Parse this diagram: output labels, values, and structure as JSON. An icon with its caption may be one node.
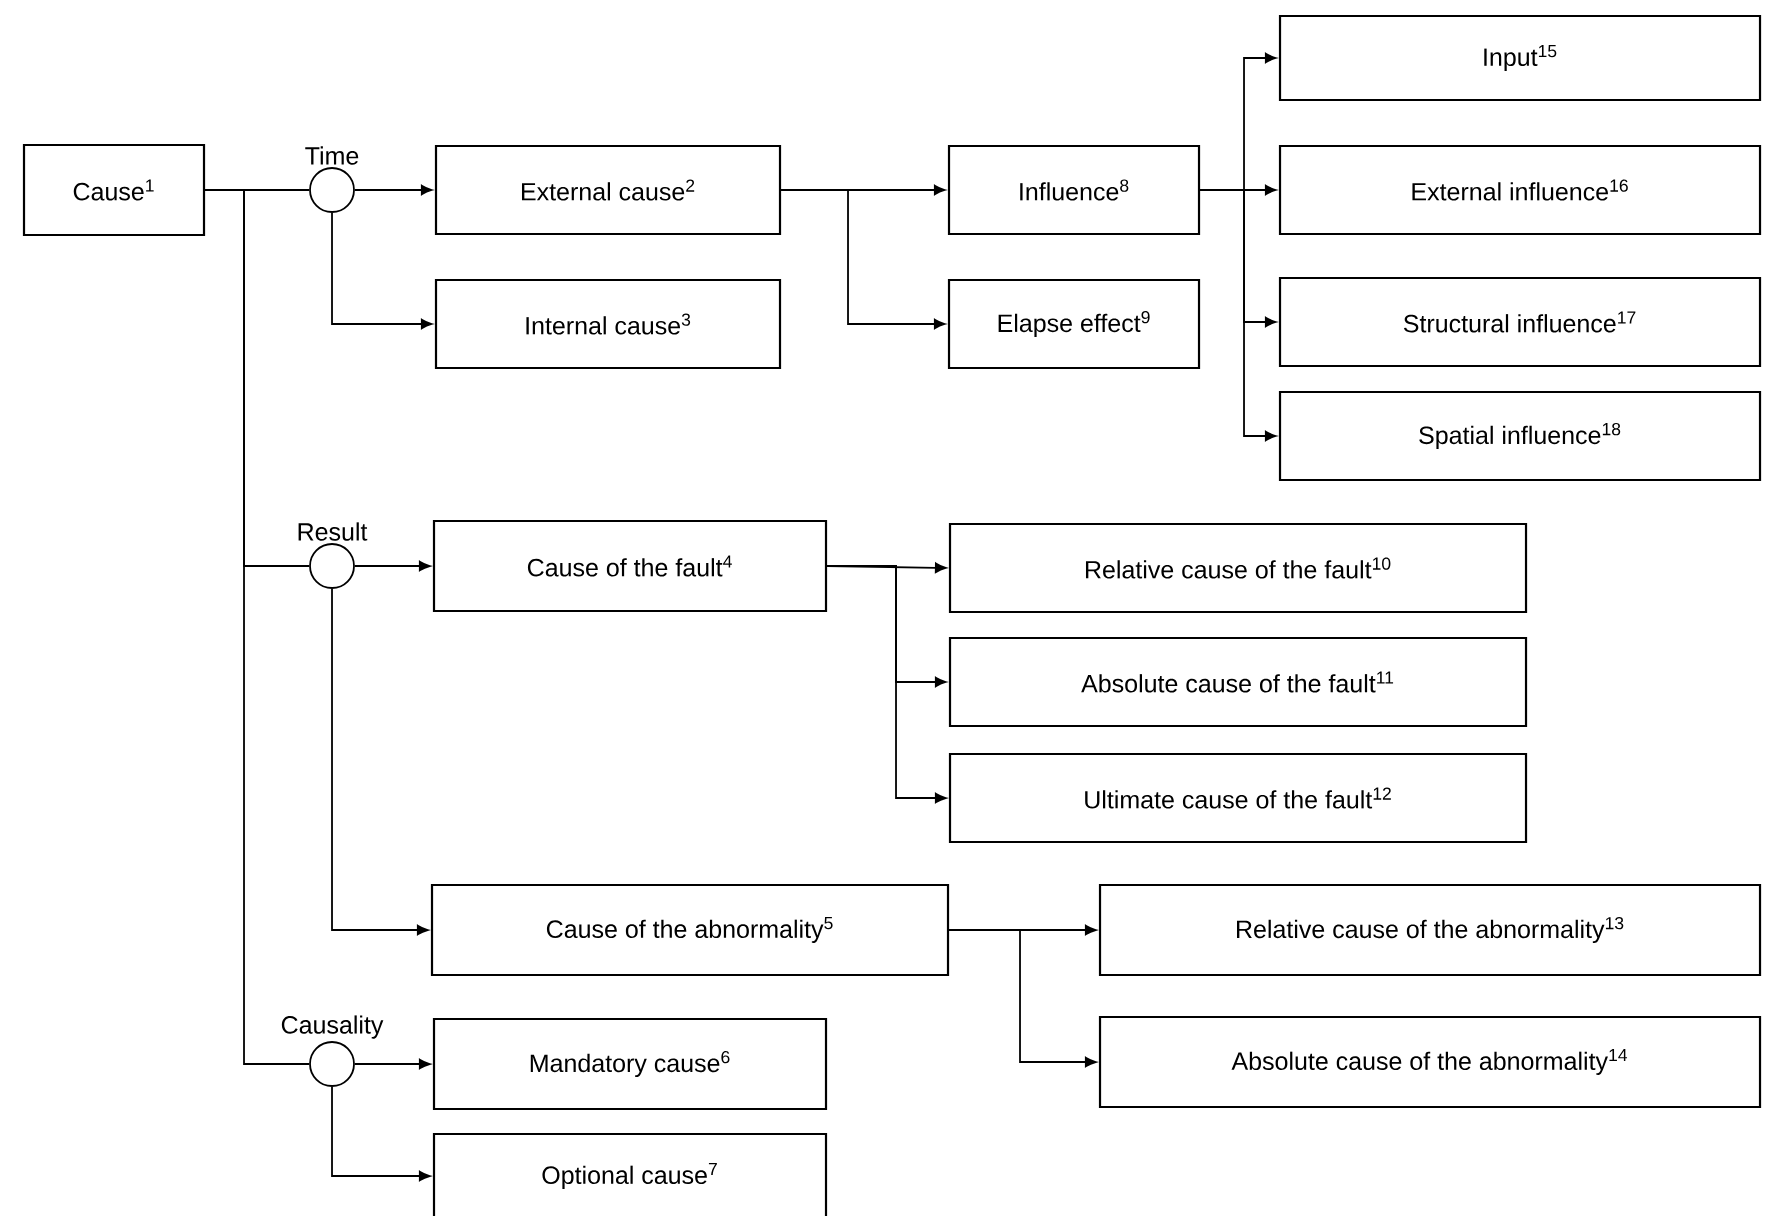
{
  "diagram": {
    "nodes": [
      {
        "text": [
          "Cause$^{1}$"
        ]
      },
      {
        "text": [
          "Time"
        ]
      },
      {
        "text": [
          "External cause$^{2}$"
        ]
      },
      {
        "text": [
          "Internal cause$^{3}$"
        ]
      },
      {
        "text": [
          "Result"
        ]
      },
      {
        "text": [
          "Cause of the fault$^{4}$"
        ]
      },
      {
        "text": [
          "Cause of the abnormality$^{5}$"
        ]
      },
      {
        "text": [
          "Causality"
        ]
      },
      {
        "text": [
          "Mandatory cause$^{6}$"
        ]
      },
      {
        "text": [
          "Optional cause$^{7}$"
        ]
      },
      {
        "text": [
          "Influence$^{8}$"
        ]
      },
      {
        "text": [
          "Elapse effect$^{9}$"
        ]
      },
      {
        "text": [
          "Relative cause of the fault$^{10}$"
        ]
      },
      {
        "text": [
          "Absolute cause of the fault$^{11}$"
        ]
      },
      {
        "text": [
          "Ultimate cause of the fault$^{12}$"
        ]
      },
      {
        "text": [
          "Relative cause of the abnormality$^{13}$"
        ]
      },
      {
        "text": [
          "Absolute cause of the abnormality$^{14}$"
        ]
      },
      {
        "text": [
          "Input$^{15}$"
        ]
      },
      {
        "text": [
          "External influence$^{16}$"
        ]
      },
      {
        "text": [
          "Structural influence$^{17}$"
        ]
      },
      {
        "text": [
          "Spatial influence$^{18}$"
        ]
      }
    ],
    "edges": [
      {
        "from": 0,
        "to": 1,
        "arrow": "none"
      },
      {
        "from": 0,
        "to": 4,
        "arrow": "none"
      },
      {
        "from": 0,
        "to": 7,
        "arrow": "none"
      },
      {
        "from": 1,
        "to": 2,
        "arrow": "to"
      },
      {
        "from": 1,
        "to": 3,
        "arrow": "to"
      },
      {
        "from": 4,
        "to": 5,
        "arrow": "to"
      },
      {
        "from": 4,
        "to": 6,
        "arrow": "to"
      },
      {
        "from": 7,
        "to": 8,
        "arrow": "to"
      },
      {
        "from": 7,
        "to": 9,
        "arrow": "to"
      },
      {
        "from": 2,
        "to": 10,
        "arrow": "to"
      },
      {
        "from": 2,
        "to": 11,
        "arrow": "to"
      },
      {
        "from": 10,
        "to": 17,
        "arrow": "to"
      },
      {
        "from": 10,
        "to": 18,
        "arrow": "to"
      },
      {
        "from": 10,
        "to": 19,
        "arrow": "to"
      },
      {
        "from": 10,
        "to": 20,
        "arrow": "to"
      },
      {
        "from": 5,
        "to": 12,
        "arrow": "to"
      },
      {
        "from": 5,
        "to": 13,
        "arrow": "to"
      },
      {
        "from": 5,
        "to": 14,
        "arrow": "to"
      },
      {
        "from": 6,
        "to": 15,
        "arrow": "to"
      },
      {
        "from": 6,
        "to": 16,
        "arrow": "to"
      }
    ]
  }
}
